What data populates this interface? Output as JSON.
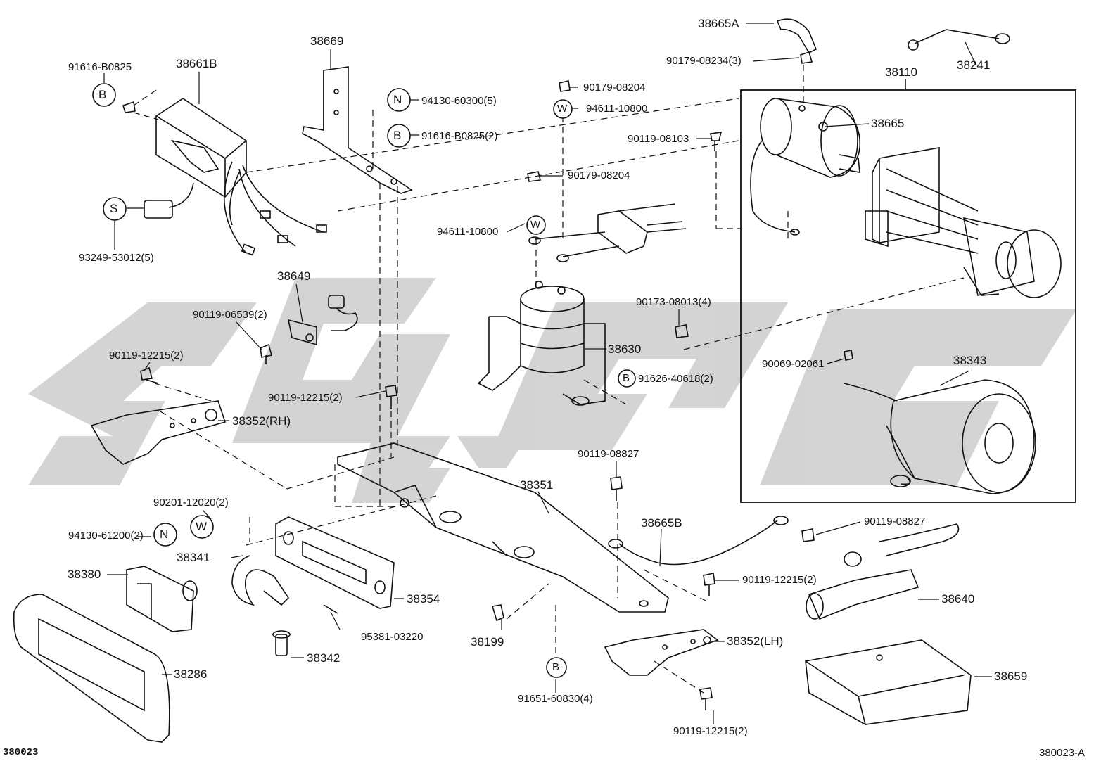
{
  "colors": {
    "ink": "#111111",
    "watermark": "#c8c8c8",
    "background": "#ffffff"
  },
  "footer": {
    "diagram_id": "380023",
    "diagram_id_variant": "380023-A"
  },
  "symbols": {
    "B": "B",
    "N": "N",
    "S": "S",
    "W": "W"
  },
  "parts": {
    "p38665A": "38665A",
    "p90179_08234": "90179-08234(3)",
    "p38241": "38241",
    "p38110": "38110",
    "p38665": "38665",
    "p90119_08103": "90119-08103",
    "p90179_08204_a": "90179-08204",
    "p94611_10800_a": "94611-10800",
    "p90179_08204_b": "90179-08204",
    "p94611_10800_b": "94611-10800",
    "p38669": "38669",
    "p94130_60300": "94130-60300(5)",
    "p91616_B0825_2": "91616-B0825(2)",
    "p91616_B0825": "91616-B0825",
    "p38661B": "38661B",
    "p93249_53012": "93249-53012(5)",
    "p38649": "38649",
    "p90119_06539": "90119-06539(2)",
    "p90119_12215_a": "90119-12215(2)",
    "p38352RH": "38352(RH)",
    "p90119_12215_b": "90119-12215(2)",
    "p38630": "38630",
    "p90173_08013": "90173-08013(4)",
    "p91626_40618": "91626-40618(2)",
    "p90069_02061": "90069-02061",
    "p38343": "38343",
    "p90119_08827_a": "90119-08827",
    "p38351": "38351",
    "p90201_12020": "90201-12020(2)",
    "p94130_61200": "94130-61200(2)",
    "p38341": "38341",
    "p38380": "38380",
    "p38354": "38354",
    "p38665B": "38665B",
    "p90119_08827_b": "90119-08827",
    "p90119_12215_c": "90119-12215(2)",
    "p38640": "38640",
    "p95381_03220": "95381-03220",
    "p38199": "38199",
    "p38342": "38342",
    "p38286": "38286",
    "p91651_60830": "91651-60830(4)",
    "p38352LH": "38352(LH)",
    "p90119_12215_d": "90119-12215(2)",
    "p38659": "38659"
  }
}
